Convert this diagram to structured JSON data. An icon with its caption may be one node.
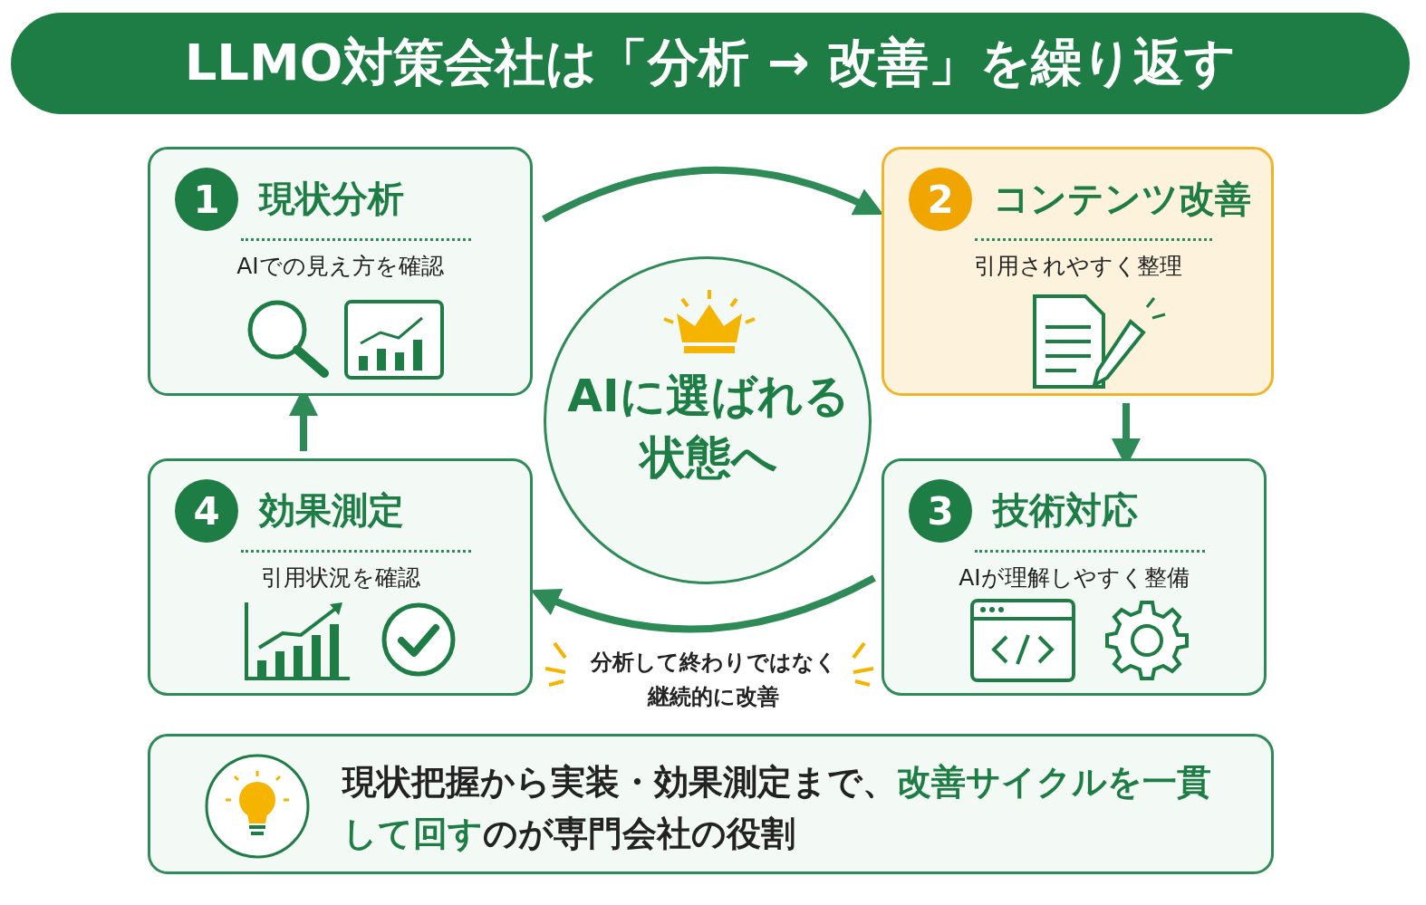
{
  "diagram": {
    "title": "LLMO対策会社は「分析 → 改善」を繰り返す",
    "nodes": [
      {
        "text": [
          "1",
          "現状分析",
          "AIでの見え方を確認"
        ]
      },
      {
        "text": [
          "2",
          "コンテンツ改善",
          "引用されやすく整理"
        ]
      },
      {
        "text": [
          "AIに選ばれる状態へ"
        ]
      },
      {
        "text": [
          "4",
          "効果測定",
          "引用状況を確認"
        ]
      },
      {
        "text": [
          "3",
          "技術対応",
          "AIが理解しやすく整備"
        ]
      },
      {
        "text": [
          "現状把握から実装・効果測定まで、**改善サイクルを一貫して回す**のが専門会社の役割"
        ]
      }
    ],
    "edges": [
      {
        "from": 0,
        "to": 1,
        "arrow": "to"
      },
      {
        "from": 1,
        "to": 4,
        "arrow": "to"
      },
      {
        "from": 4,
        "to": 3,
        "arrow": "to"
      },
      {
        "from": 3,
        "to": 0,
        "arrow": "to"
      }
    ],
    "labels": [
      "分析して終わりではなく継続的に改善"
    ]
  }
}
